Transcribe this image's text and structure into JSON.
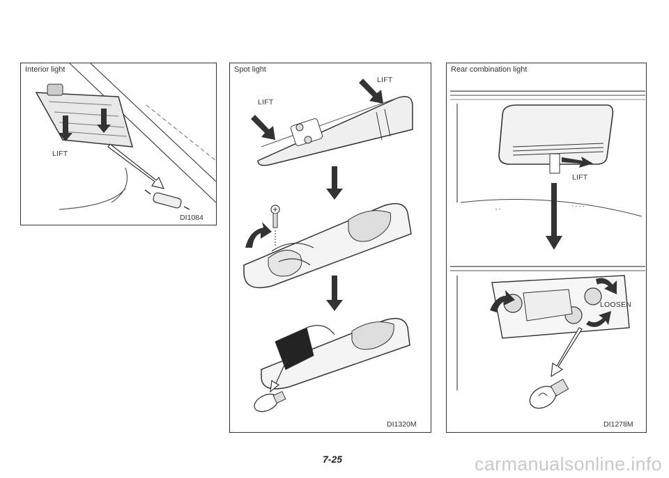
{
  "panels": {
    "interior": {
      "title": "Interior light",
      "lift_label": "LIFT",
      "code": "DI1084",
      "icons": [
        "lamp-lens-icon",
        "down-arrow-icon",
        "bulb-icon"
      ]
    },
    "spot": {
      "title": "Spot light",
      "lift_left_label": "LIFT",
      "lift_right_label": "LIFT",
      "code": "DI1320M",
      "icons": [
        "lamp-housing-icon",
        "down-arrow-icon",
        "screw-icon",
        "bulb-icon"
      ]
    },
    "rear": {
      "title": "Rear combination light",
      "lift_label": "LIFT",
      "loosen_label": "LOOSEN",
      "code": "DI1278M",
      "icons": [
        "cover-icon",
        "down-arrow-icon",
        "socket-icon",
        "bulb-icon"
      ]
    }
  },
  "page_number": "7-25",
  "watermark": "carmanualsonline.info"
}
